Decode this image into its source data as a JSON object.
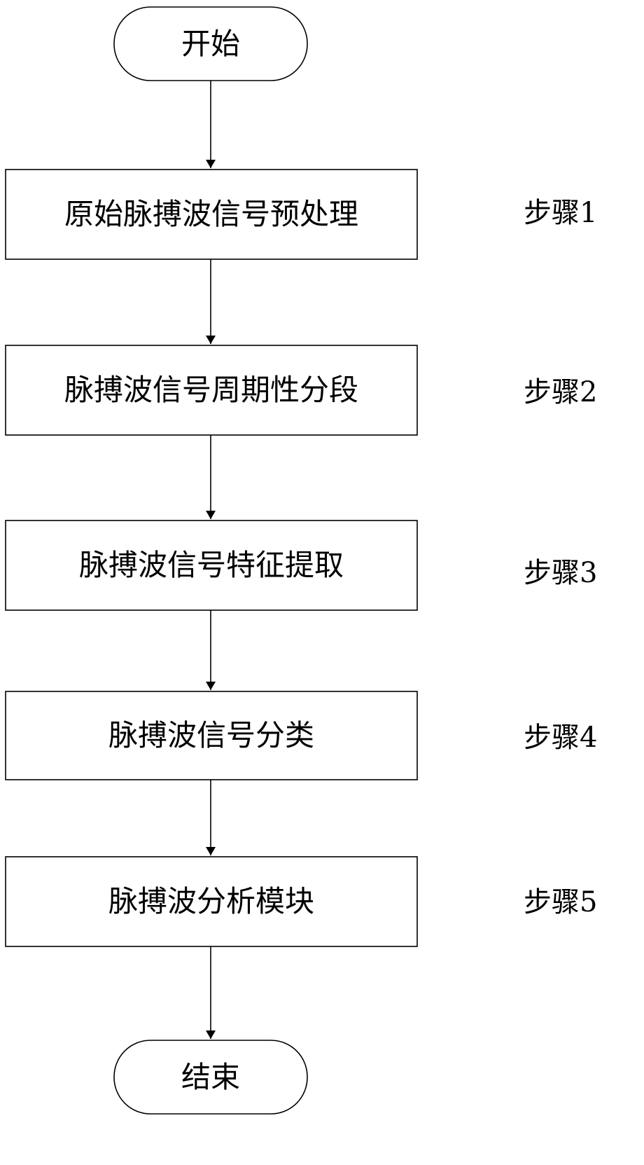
{
  "flowchart": {
    "start": "开始",
    "end": "结束",
    "steps": [
      {
        "text": "原始脉搏波信号预处理",
        "label": "步骤1"
      },
      {
        "text": "脉搏波信号周期性分段",
        "label": "步骤2"
      },
      {
        "text": "脉搏波信号特征提取",
        "label": "步骤3"
      },
      {
        "text": "脉搏波信号分类",
        "label": "步骤4"
      },
      {
        "text": "脉搏波分析模块",
        "label": "步骤5"
      }
    ]
  },
  "colors": {
    "stroke": "#000000",
    "background": "#ffffff"
  }
}
